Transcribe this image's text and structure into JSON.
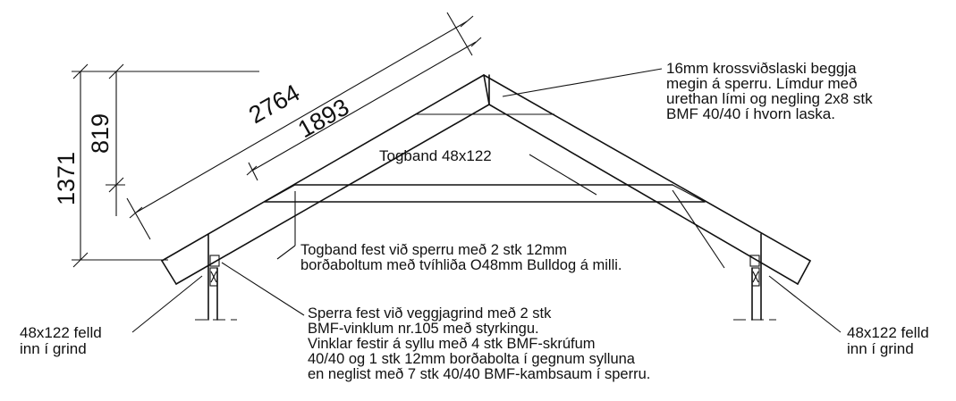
{
  "dimensions": {
    "rafter_length": "2764",
    "inner_length": "1893",
    "total_height": "1371",
    "upper_height": "819"
  },
  "notes": {
    "gusset": [
      "16mm krossviðslaski beggja",
      "megin á sperru. Límdur með",
      "urethan lími og negling 2x8 stk",
      "BMF 40/40 í hvorn laska."
    ],
    "tie_label": "Togband 48x122",
    "tie_attach": [
      "Togband fest við sperru með 2 stk 12mm",
      "borðaboltum með tvíhliða O48mm Bulldog á milli."
    ],
    "rafter_attach": [
      "Sperra fest við veggjagrind með 2 stk",
      "BMF-vinklum nr.105 með styrkingu.",
      "Vinklar festir á syllu með 4 stk BMF-skrúfum",
      "40/40 og 1 stk 12mm borðabolta í  gegnum sylluna",
      "en neglist með 7 stk 40/40 BMF-kambsaum í sperru."
    ],
    "left_stud": [
      "48x122 felld",
      "inn í grind"
    ],
    "right_stud": [
      "48x122 felld",
      "inn í grind"
    ]
  }
}
